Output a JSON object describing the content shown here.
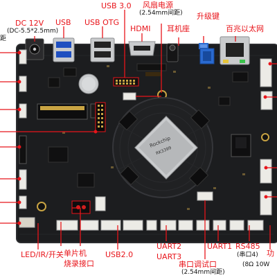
{
  "colors": {
    "board": "#1c1d1f",
    "board_edge": "#2b2c2f",
    "callout": "#e8141a",
    "connector_white": "#ecebe6",
    "metal": "#c9cbcd",
    "gold": "#c9a443",
    "red_button": "#d21f1f",
    "blue_usb": "#1f4fc0",
    "blue_switch": "#2a6ad0"
  },
  "icons": [
    "soc-chip",
    "heatsink",
    "ethernet-port",
    "usb-port",
    "hdmi-port",
    "audio-jack",
    "wifi-module",
    "coin-battery",
    "m2-slot",
    "mounting-hole"
  ],
  "labels": {
    "top_left_cut": "距",
    "dc_title": "DC 12V",
    "dc_sub": "(DC-5.5*2.5mm)",
    "usb": "USB",
    "usb_otg": "USB OTG",
    "usb3": "USB 3.0",
    "fan_title": "风扇电源",
    "fan_sub": "(2.54mm间距)",
    "hdmi": "HDMI",
    "earphone": "耳机座",
    "upgrade_key": "升级键",
    "ethernet": "百兆以太网",
    "right_cut": "功",
    "led_ir": "LED/IR/开关",
    "mcu": "单片机",
    "burn": "烧录接口",
    "usb2": "USB2.0",
    "uart2": "UART2",
    "uart3": "UART3",
    "uart1": "UART1",
    "rs485": "RS485",
    "rs485_sub": "(串口4)",
    "serial_debug": "串口调试口",
    "serial_sub": "(2.54mm间距)",
    "amp_cut": "(8Ω 10W",
    "chip_brand": "Rockchip",
    "chip_model": "RK3399"
  }
}
